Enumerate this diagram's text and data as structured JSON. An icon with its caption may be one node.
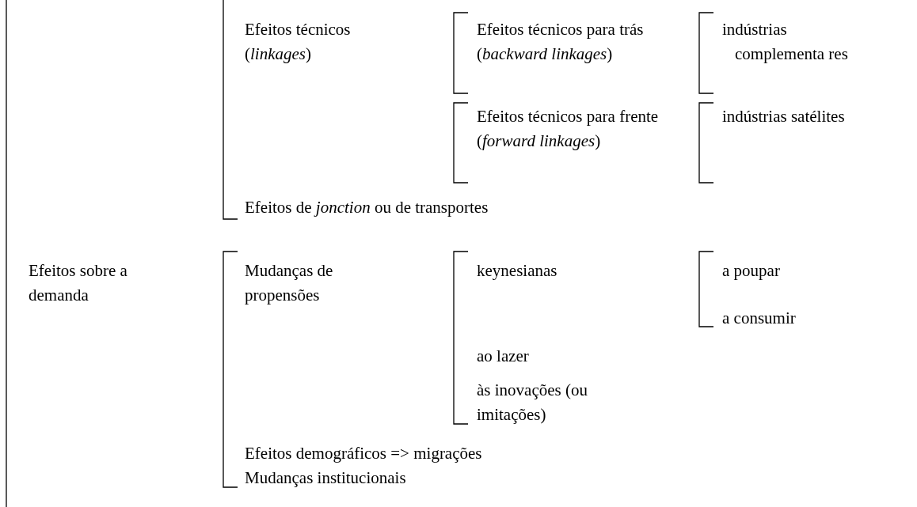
{
  "diagram": {
    "labels": [
      "Efeitos técnicos (*linkages*)",
      "Efeitos técnicos para trás (*backward linkages*)",
      "indústrias complementa res",
      "Efeitos técnicos para frente (*forward linkages*)",
      "indústrias satélites",
      "Efeitos de *jonction* ou de transportes",
      "Efeitos sobre a demanda",
      "Mudanças de propensões",
      "keynesianas",
      "a poupar",
      "a consumir",
      "ao lazer",
      "às inovações (ou imitações)",
      "Efeitos demográficos => migrações",
      "Mudanças institucionais"
    ]
  }
}
